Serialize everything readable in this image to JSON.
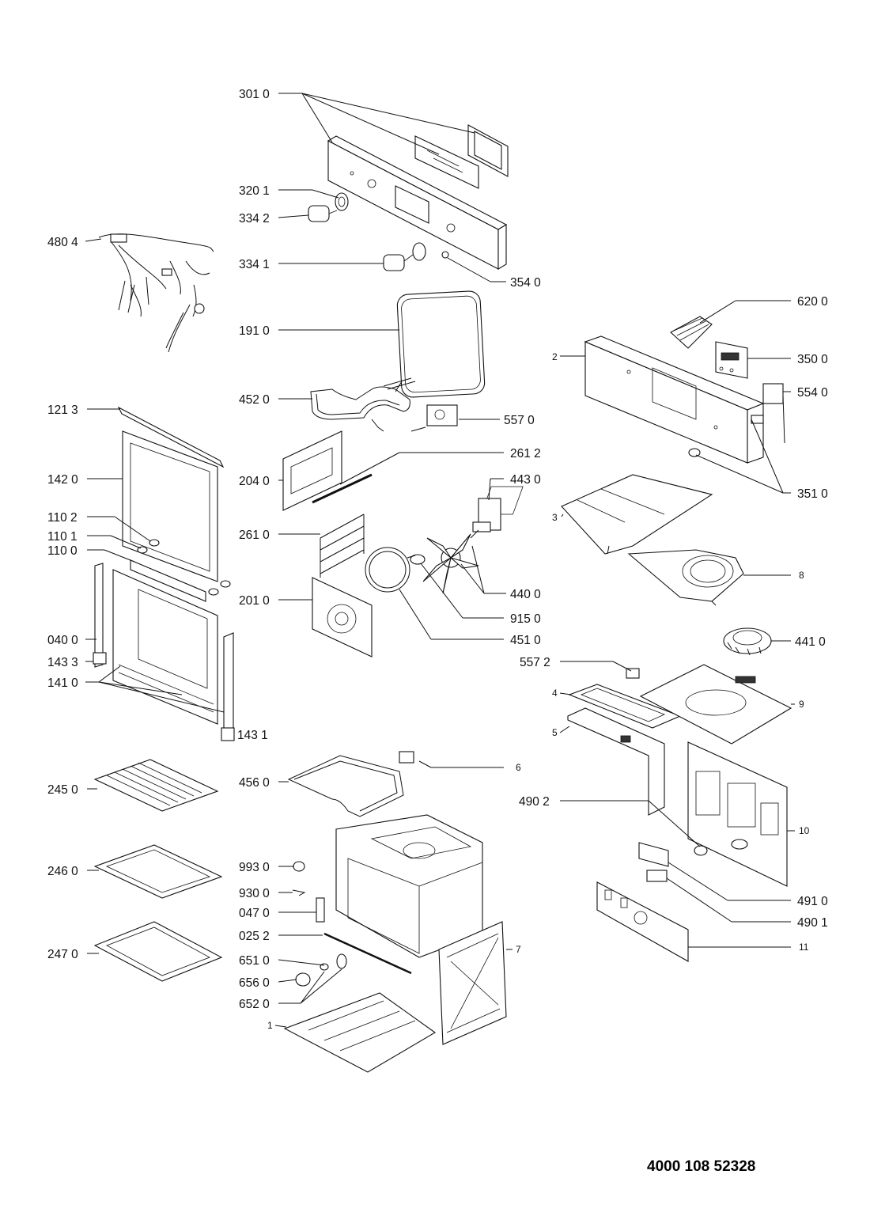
{
  "document_number": "4000 108 52328",
  "labels": {
    "p301_0": "301 0",
    "p320_1": "320 1",
    "p334_2": "334 2",
    "p334_1": "334 1",
    "p354_0": "354 0",
    "p480_4": "480 4",
    "p191_0": "191 0",
    "p620_0": "620 0",
    "p2": "2",
    "p350_0": "350 0",
    "p554_0": "554 0",
    "p452_0": "452 0",
    "p557_0": "557 0",
    "p121_3": "121 3",
    "p261_2": "261 2",
    "p142_0": "142 0",
    "p204_0": "204 0",
    "p443_0": "443 0",
    "p351_0": "351 0",
    "p3": "3",
    "p110_2": "110 2",
    "p110_1": "110 1",
    "p110_0": "110 0",
    "p261_0": "261 0",
    "p201_0": "201 0",
    "p440_0": "440 0",
    "p8": "8",
    "p915_0": "915 0",
    "p040_0": "040 0",
    "p451_0": "451 0",
    "p441_0": "441 0",
    "p143_3": "143 3",
    "p557_2": "557 2",
    "p141_0": "141 0",
    "p4": "4",
    "p9": "9",
    "p5": "5",
    "p143_1": "143 1",
    "p6": "6",
    "p245_0": "245 0",
    "p456_0": "456 0",
    "p490_2": "490 2",
    "p10": "10",
    "p246_0": "246 0",
    "p993_0": "993 0",
    "p930_0": "930 0",
    "p047_0": "047 0",
    "p491_0": "491 0",
    "p490_1": "490 1",
    "p025_2": "025 2",
    "p247_0": "247 0",
    "p7": "7",
    "p11": "11",
    "p651_0": "651 0",
    "p656_0": "656 0",
    "p652_0": "652 0",
    "p1": "1"
  }
}
